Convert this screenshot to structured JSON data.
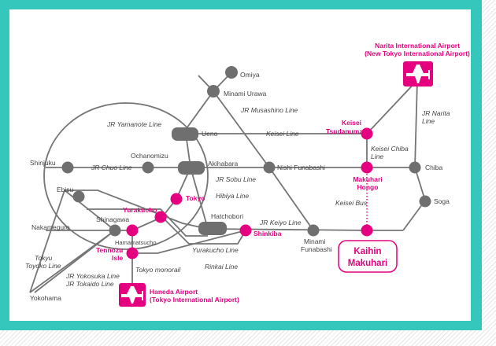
{
  "stations": {
    "omiya": "Omiya",
    "minami_urawa": "Minami Urawa",
    "ueno": "Ueno",
    "akihabara": "Akihabara",
    "ochanomizu": "Ochanomizu",
    "shinjuku": "Shinjuku",
    "ebisu": "Ebisu",
    "shinagawa": "Shinagawa",
    "nakameguro": "Nakameguro",
    "yokohama": "Yokohama",
    "hamamatsucho": "Hamamatsucho",
    "hatchobori": "Hatchobori",
    "nishi_funabashi": "Nishi Funabashi",
    "minami_funabashi_line1": "Minami",
    "minami_funabashi_line2": "Funabashi",
    "chiba": "Chiba",
    "soga": "Soga",
    "keisei_tsudanuma_line1": "Keisei",
    "keisei_tsudanuma_line2": "Tsudanuma",
    "makuhari_hongo_line1": "Makuhari",
    "makuhari_hongo_line2": "Hongo",
    "tokyo": "Tokyo",
    "yurakucho": "Yurakucho",
    "tennozu_isle_line1": "Tennozu",
    "tennozu_isle_line2": "Isle",
    "shinkiba": "Shinkiba"
  },
  "lines": {
    "jr_yamanote": "JR Yamanote Line",
    "jr_musashino_line1": "JR Musashino Line",
    "keisei": "Keisei Line",
    "jr_chuo": "JR Chuo Line",
    "jr_sobu": "JR Sobu Line",
    "hibiya": "Hibiya Line",
    "jr_keiyo": "JR Keiyo Line",
    "yurakucho_line": "Yurakucho Line",
    "rinkai": "Rinkai Line",
    "tokyo_monorail": "Tokyo monorail",
    "tokyu_toyoko_line1": "Tokyu",
    "tokyu_toyoko_line2": "Toyoko Line",
    "jr_yokosuka_line1": "JR Yokosuka Line",
    "jr_yokosuka_line2": "JR Tokaido Line",
    "keisei_chiba_line1": "Keisei Chiba",
    "keisei_chiba_line2": "Line",
    "keisei_bus": "Keisei Bus",
    "jr_narita_line1": "JR Narita",
    "jr_narita_line2": "Line"
  },
  "airports": {
    "narita_line1": "Narita International Airport",
    "narita_line2": "(New Tokyo International Airport)",
    "haneda_line1": "Haneda Airport",
    "haneda_line2": "(Tokyo International Airport)"
  },
  "destination": {
    "line1": "Kaihin",
    "line2": "Makuhari"
  },
  "icons": {
    "airport": "airplane-icon"
  },
  "colors": {
    "frame_teal": "#35c6bc",
    "accent_pink": "#e5007f",
    "station_grey": "#6f6f6f",
    "track_grey": "#757575"
  }
}
